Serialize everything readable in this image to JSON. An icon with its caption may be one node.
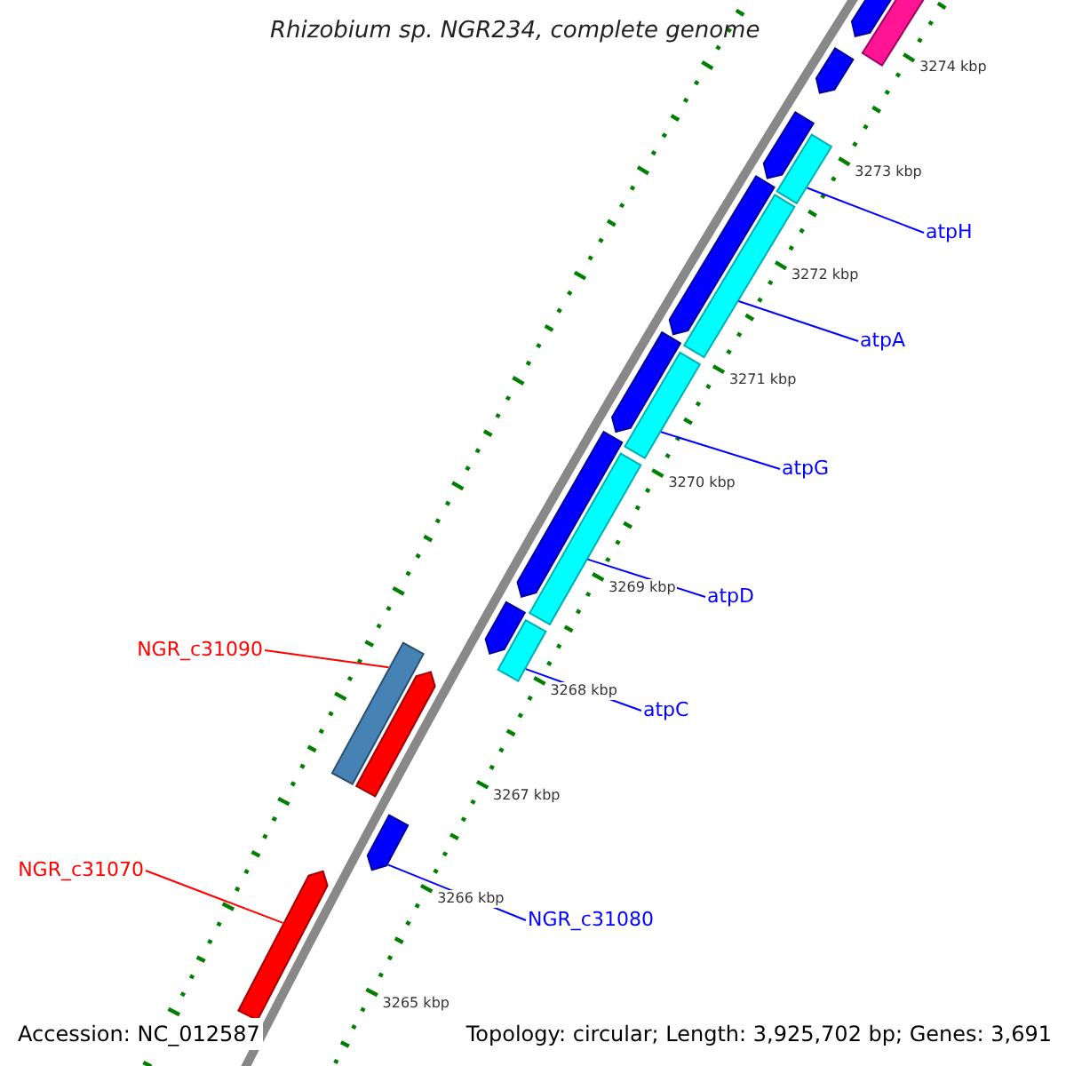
{
  "diagram": {
    "title": "Rhizobium sp. NGR234, complete genome",
    "nodes": [
      {
        "text": [
          "atpH"
        ]
      },
      {
        "text": [
          "atpA"
        ]
      },
      {
        "text": [
          "atpG"
        ]
      },
      {
        "text": [
          "atpD"
        ]
      },
      {
        "text": [
          "NGR_c31090"
        ]
      },
      {
        "text": [
          "atpC"
        ]
      },
      {
        "text": [
          "NGR_c31070"
        ]
      },
      {
        "text": [
          "NGR_c31080"
        ]
      },
      {
        "text": [],
        "shape": "bar"
      },
      {
        "text": [],
        "shape": "pentagon"
      },
      {
        "text": [],
        "shape": "pentagon"
      },
      {
        "text": [],
        "shape": "pentagon"
      },
      {
        "text": [],
        "shape": "bar"
      },
      {
        "text": [],
        "shape": "pentagon"
      },
      {
        "text": [],
        "shape": "bar"
      },
      {
        "text": [],
        "shape": "pentagon"
      },
      {
        "text": [],
        "shape": "bar"
      },
      {
        "text": [],
        "shape": "pentagon"
      },
      {
        "text": [],
        "shape": "bar"
      },
      {
        "text": [],
        "shape": "pentagon"
      },
      {
        "text": [],
        "shape": "bar"
      },
      {
        "text": [],
        "shape": "bar"
      },
      {
        "text": [],
        "shape": "pentagon"
      },
      {
        "text": [],
        "shape": "pentagon"
      },
      {
        "text": [],
        "shape": "pentagon"
      }
    ],
    "edges": [
      {
        "from": 0,
        "to": 12,
        "arrow": "none"
      },
      {
        "from": 1,
        "to": 14,
        "arrow": "none"
      },
      {
        "from": 2,
        "to": 16,
        "arrow": "none"
      },
      {
        "from": 3,
        "to": 18,
        "arrow": "none"
      },
      {
        "from": 4,
        "to": 21,
        "arrow": "none",
        "color": "#ff0000"
      },
      {
        "from": 5,
        "to": 20,
        "arrow": "none"
      },
      {
        "from": 6,
        "to": 24,
        "arrow": "none",
        "color": "#ff0000"
      },
      {
        "from": 7,
        "to": 23,
        "arrow": "none"
      }
    ],
    "labels": [
      "3274 kbp",
      "3273 kbp",
      "3272 kbp",
      "3271 kbp",
      "3270 kbp",
      "3269 kbp",
      "3268 kbp",
      "3267 kbp",
      "3266 kbp",
      "3265 kbp",
      "Accession: NC_012587",
      "Topology: circular; Length: 3,925,702 bp; Genes: 3,691"
    ]
  }
}
